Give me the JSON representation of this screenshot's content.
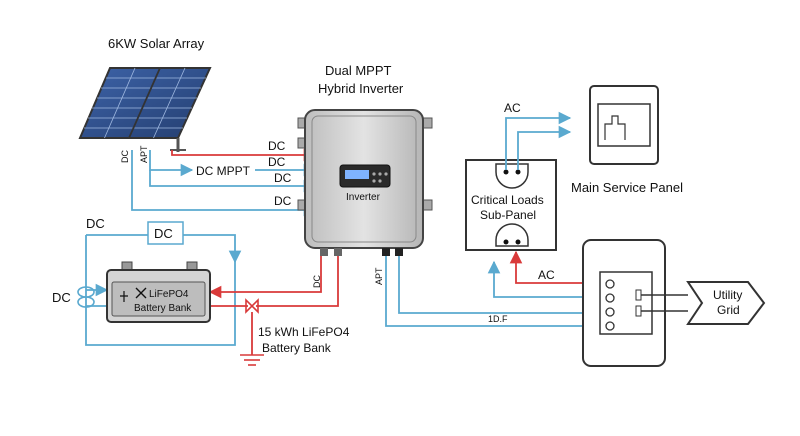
{
  "labels": {
    "solar_array": "6KW Solar Array",
    "inverter_title_1": "Dual MPPT",
    "inverter_title_2": "Hybrid Inverter",
    "inverter_name": "Inverter",
    "dc": "DC",
    "apt": "APT",
    "dc_mppt": "DC MPPT",
    "ac": "AC",
    "critical_loads_1": "Critical Loads",
    "critical_loads_2": "Sub-Panel",
    "main_service_panel": "Main Service Panel",
    "battery_module_1": "LiFePO4",
    "battery_module_2": "Battery Bank",
    "battery_caption_1": "15 kWh LiFePO4",
    "battery_caption_2": "Battery Bank",
    "utility_1": "Utility",
    "utility_2": "Grid",
    "idf": "1D.F"
  },
  "colors": {
    "dc_line": "#5aa9cf",
    "ac_line": "#d93a3a",
    "outline": "#333333",
    "panel_fill": "#2f4f8a",
    "inverter_fill": "#c8c8c8"
  },
  "icons": [
    "solar-panel-icon",
    "inverter-icon",
    "battery-icon",
    "ground-icon",
    "breaker-icon",
    "utility-arrow-icon"
  ]
}
